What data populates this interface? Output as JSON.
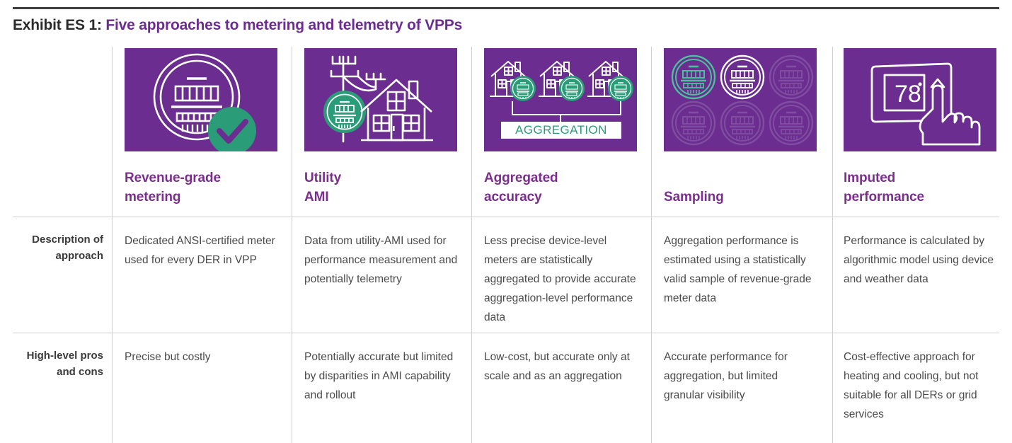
{
  "exhibit": {
    "label": "Exhibit ES 1:",
    "title": "Five approaches to metering and telemetry of VPPs"
  },
  "colors": {
    "purple": "#6B2D90",
    "heading_purple": "#7B2E8E",
    "green": "#2A9D78",
    "rule_dark": "#3f3f3f",
    "rule_light": "#cfcfcf",
    "body_text": "#4a4a4a",
    "label_text": "#3a3a3a"
  },
  "icons": [
    {
      "name": "revenue-grade-meter-check-icon",
      "alt": "Circular electric meter with green check mark badge"
    },
    {
      "name": "utility-pole-house-meter-icon",
      "alt": "Utility pole with power lines, green meter and house"
    },
    {
      "name": "three-houses-aggregation-icon",
      "alt": "Three houses each with a green meter connected to an AGGREGATION box"
    },
    {
      "name": "meter-grid-sampling-icon",
      "alt": "Grid of six meters with two highlighted"
    },
    {
      "name": "thermostat-hand-icon",
      "alt": "Thermostat displaying 78 degrees with a finger pressing the up arrow"
    }
  ],
  "aggregation_box": {
    "label": "AGGREGATION"
  },
  "thermostat": {
    "reading": "78",
    "degree": "°"
  },
  "columns": [
    {
      "id": "revenue-grade-metering",
      "heading_line1": "Revenue-grade",
      "heading_line2": "metering"
    },
    {
      "id": "utility-ami",
      "heading_line1": "Utility",
      "heading_line2": "AMI"
    },
    {
      "id": "aggregated-accuracy",
      "heading_line1": "Aggregated",
      "heading_line2": "accuracy"
    },
    {
      "id": "sampling",
      "heading_line1": "Sampling",
      "heading_line2": ""
    },
    {
      "id": "imputed-performance",
      "heading_line1": "Imputed",
      "heading_line2": "performance"
    }
  ],
  "rows": [
    {
      "id": "description-of-approach",
      "label_line1": "Description of",
      "label_line2": "approach",
      "cells": [
        "Dedicated ANSI-certified meter used for every DER in VPP",
        "Data from utility-AMI used for performance measurement and potentially telemetry",
        "Less precise device-level meters are statistically aggregated to provide accurate aggregation-level performance data",
        "Aggregation performance is estimated using a statistically valid sample of revenue-grade meter data",
        "Performance is calculated by algorithmic model using device and weather data"
      ]
    },
    {
      "id": "high-level-pros-and-cons",
      "label_line1": "High-level pros",
      "label_line2": "and cons",
      "cells": [
        "Precise but costly",
        "Potentially accurate but limited by disparities in AMI capability and rollout",
        "Low-cost, but accurate only at scale and as an aggregation",
        "Accurate performance for aggregation, but limited granular visibility",
        "Cost-effective approach for heating and cooling, but not suitable for all DERs or grid services"
      ]
    }
  ]
}
